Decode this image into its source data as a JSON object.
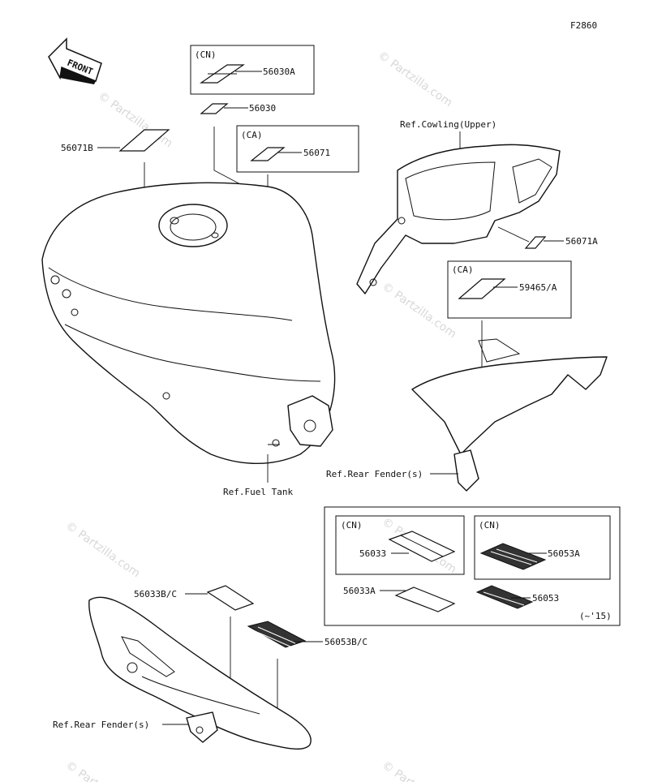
{
  "diagram_code": "F2860",
  "front_label": "FRONT",
  "watermark": "© Partzilla.com",
  "region_labels": {
    "cn": "(CN)",
    "ca": "(CA)",
    "year_note": "(~'15)"
  },
  "ref_labels": {
    "cowling_upper": "Ref.Cowling(Upper)",
    "fuel_tank": "Ref.Fuel Tank",
    "rear_fender_1": "Ref.Rear Fender(s)",
    "rear_fender_2": "Ref.Rear Fender(s)"
  },
  "part_numbers": {
    "p56030A": "56030A",
    "p56030": "56030",
    "p56071": "56071",
    "p56071B": "56071B",
    "p56071A": "56071A",
    "p59465A": "59465/A",
    "p56033": "56033",
    "p56053A": "56053A",
    "p56033A": "56033A",
    "p56053": "56053",
    "p56033BC": "56033B/C",
    "p56053BC": "56053B/C"
  }
}
